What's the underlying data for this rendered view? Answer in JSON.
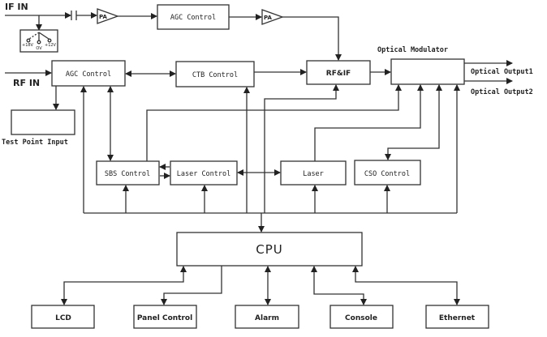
{
  "inputs": {
    "if_in": "IF IN",
    "rf_in": "RF IN"
  },
  "switch": {
    "options": [
      "+18V",
      "OV",
      "+12V"
    ]
  },
  "amplifiers": {
    "pa1": "PA",
    "pa2": "PA"
  },
  "blocks": {
    "if_agc": "AGC Control",
    "rf_agc": "AGC Control",
    "ctb": "CTB Control",
    "rf_if": "RF&IF",
    "optical_modulator_label": "Optical Modulator",
    "test_point_label": "Test Point Input",
    "sbs": "SBS Control",
    "laser_control": "Laser Control",
    "laser": "Laser",
    "cso": "CSO Control",
    "cpu": "CPU",
    "lcd": "LCD",
    "panel_control": "Panel Control",
    "alarm": "Alarm",
    "console": "Console",
    "ethernet": "Ethernet"
  },
  "outputs": {
    "out1": "Optical Output1",
    "out2": "Optical Output2"
  }
}
